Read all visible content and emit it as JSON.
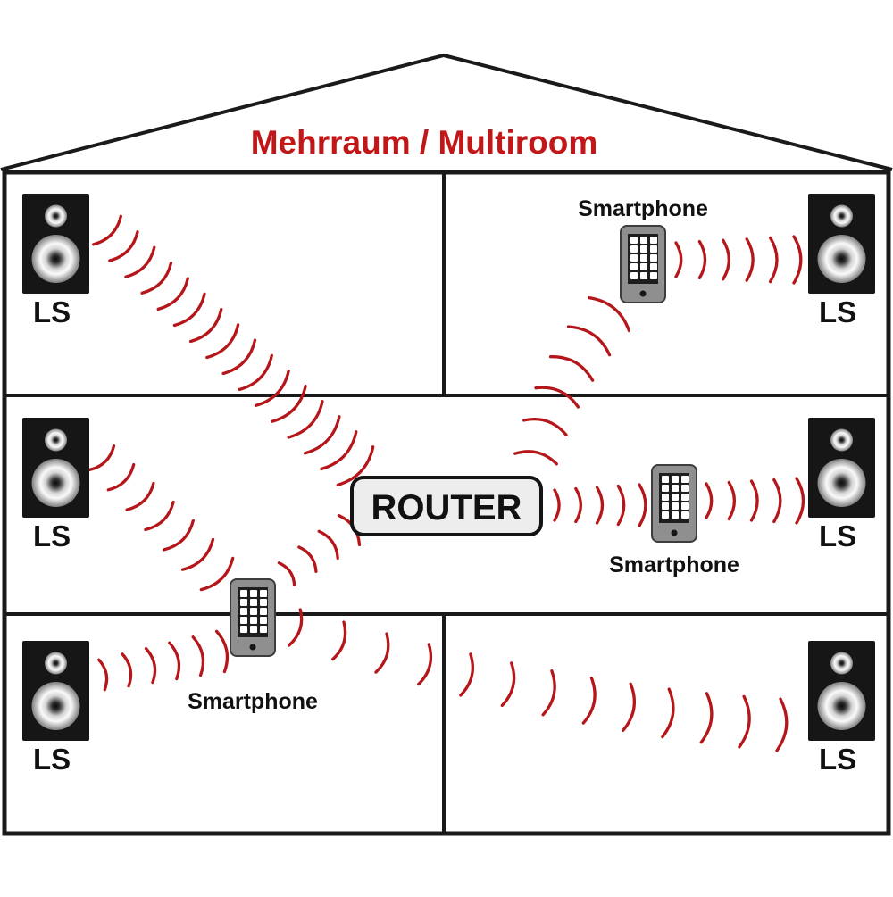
{
  "title": "Mehrraum / Multiroom",
  "devices": {
    "router": {
      "id": "router",
      "label": "ROUTER"
    },
    "speakers": [
      {
        "id": "speaker-top-left",
        "label": "LS"
      },
      {
        "id": "speaker-top-right",
        "label": "LS"
      },
      {
        "id": "speaker-middle-left",
        "label": "LS"
      },
      {
        "id": "speaker-middle-right",
        "label": "LS"
      },
      {
        "id": "speaker-bottom-left",
        "label": "LS"
      },
      {
        "id": "speaker-bottom-right",
        "label": "LS"
      }
    ],
    "smartphones": [
      {
        "id": "smartphone-top-right",
        "label": "Smartphone"
      },
      {
        "id": "smartphone-middle-right",
        "label": "Smartphone"
      },
      {
        "id": "smartphone-bottom-left",
        "label": "Smartphone"
      }
    ]
  },
  "connections": [
    {
      "from": "speaker-top-left",
      "to": "router"
    },
    {
      "from": "router",
      "to": "smartphone-top-right"
    },
    {
      "from": "smartphone-top-right",
      "to": "speaker-top-right"
    },
    {
      "from": "speaker-middle-left",
      "to": "smartphone-bottom-left"
    },
    {
      "from": "smartphone-bottom-left",
      "to": "router"
    },
    {
      "from": "router",
      "to": "smartphone-middle-right"
    },
    {
      "from": "smartphone-middle-right",
      "to": "speaker-middle-right"
    },
    {
      "from": "speaker-bottom-left",
      "to": "smartphone-bottom-left"
    },
    {
      "from": "smartphone-bottom-left",
      "to": "speaker-bottom-right"
    }
  ],
  "colors": {
    "signal_red": "#b5161a",
    "title_red": "#c11718",
    "outline": "#1a1a1a",
    "router_fill": "#ededed",
    "phone_body": "#8f8f8f",
    "phone_screen": "#1e1e1e"
  }
}
